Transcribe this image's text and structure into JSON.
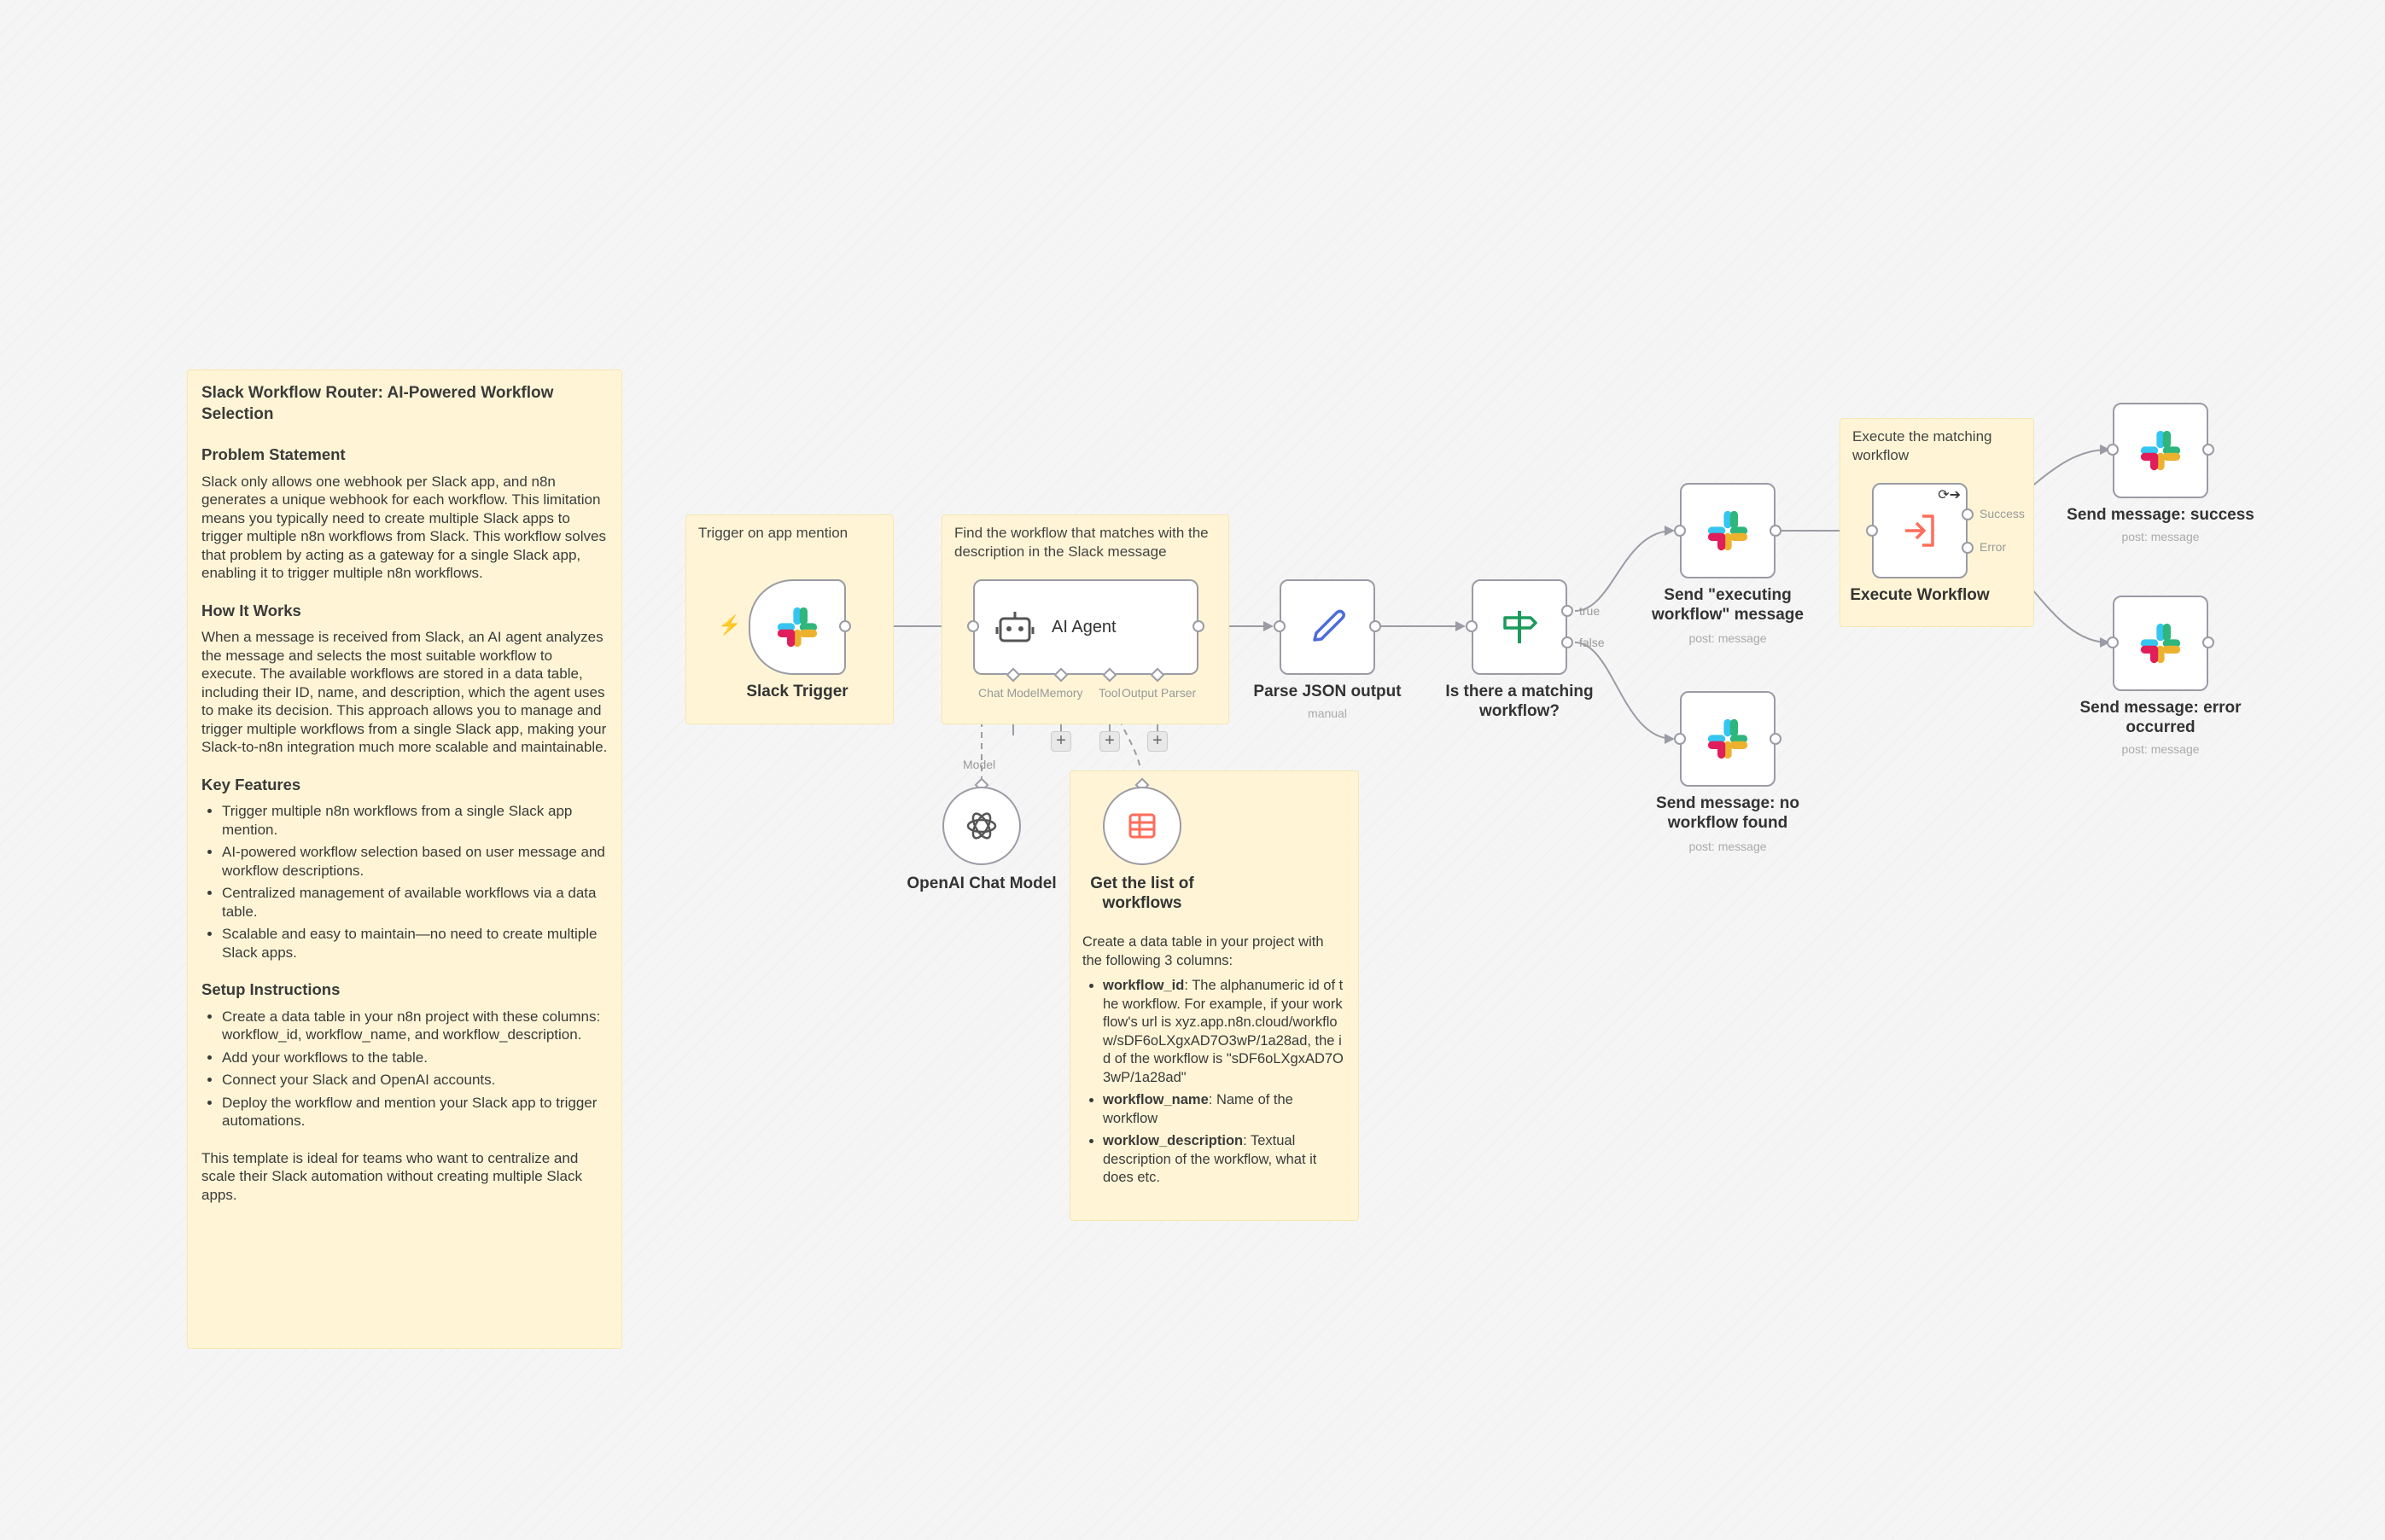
{
  "main_note": {
    "title": "Slack Workflow Router: AI-Powered Workflow Selection",
    "problem_heading": "Problem Statement",
    "problem_text": "Slack only allows one webhook per Slack app, and n8n generates a unique webhook for each workflow. This limitation means you typically need to create multiple Slack apps to trigger multiple n8n workflows from Slack. This workflow solves that problem by acting as a gateway for a single Slack app, enabling it to trigger multiple n8n workflows.",
    "how_heading": "How It Works",
    "how_text": "When a message is received from Slack, an AI agent analyzes the message and selects the most suitable workflow to execute. The available workflows are stored in a data table, including their ID, name, and description, which the agent uses to make its decision. This approach allows you to manage and trigger multiple workflows from a single Slack app, making your Slack-to-n8n integration much more scalable and maintainable.",
    "features_heading": "Key Features",
    "features": [
      "Trigger multiple n8n workflows from a single Slack app mention.",
      "AI-powered workflow selection based on user message and workflow descriptions.",
      "Centralized management of available workflows via a data table.",
      "Scalable and easy to maintain—no need to create multiple Slack apps."
    ],
    "setup_heading": "Setup Instructions",
    "setup": [
      "Create a data table in your n8n project with these columns: workflow_id, workflow_name, and workflow_description.",
      "Add your workflows to the table.",
      "Connect your Slack and OpenAI accounts.",
      "Deploy the workflow and mention your Slack app to trigger automations."
    ],
    "closing": "This template is ideal for teams who want to centralize and scale their Slack automation without creating multiple Slack apps."
  },
  "sticky_trigger": "Trigger on app mention",
  "sticky_agent": "Find the workflow that matches with the description in the Slack message",
  "sticky_execute": "Execute the matching workflow",
  "sticky_table": {
    "intro": "Create a data table in your project with the following 3 columns:",
    "items": [
      {
        "key": "workflow_id",
        "text": ": The alphanumeric id of the workflow. For example, if your workflow's url is xyz.app.n8n.cloud/workflow/sDF6oLXgxAD7O3wP/1a28ad, the id of the workflow is \"sDF6oLXgxAD7O3wP/1a28ad\""
      },
      {
        "key": "workflow_name",
        "text": ": Name of the workflow"
      },
      {
        "key": "worklow_description",
        "text": ": Textual description of the workflow, what it does etc."
      }
    ]
  },
  "nodes": {
    "slack_trigger": {
      "label": "Slack Trigger"
    },
    "ai_agent": {
      "label": "AI Agent",
      "handles": [
        "Chat Model",
        "Memory",
        "Tool",
        "Output Parser"
      ]
    },
    "parse_json": {
      "label": "Parse JSON output",
      "sub": "manual"
    },
    "if_match": {
      "label1": "Is there a matching",
      "label2": "workflow?",
      "true_label": "true",
      "false_label": "false"
    },
    "send_executing": {
      "label1": "Send \"executing",
      "label2": "workflow\" message",
      "sub": "post: message"
    },
    "send_no_workflow": {
      "label1": "Send message: no",
      "label2": "workflow found",
      "sub": "post: message"
    },
    "execute_workflow": {
      "label": "Execute Workflow",
      "success_label": "Success",
      "error_label": "Error"
    },
    "send_success": {
      "label": "Send message: success",
      "sub": "post: message"
    },
    "send_error": {
      "label1": "Send message: error",
      "label2": "occurred",
      "sub": "post: message"
    },
    "openai": {
      "label": "OpenAI Chat Model",
      "edge_label": "Model"
    },
    "get_list": {
      "label1": "Get the list of",
      "label2": "workflows"
    }
  },
  "colors": {
    "note_bg": "#fff5d6",
    "edge": "#9b9ba5",
    "slack_blue": "#36C5F0",
    "slack_green": "#2EB67D",
    "slack_yellow": "#ECB22E",
    "slack_red": "#E01E5A",
    "accent_red": "#ff6d5a",
    "set_blue": "#4b6cdb",
    "if_green": "#1a9a5c"
  }
}
